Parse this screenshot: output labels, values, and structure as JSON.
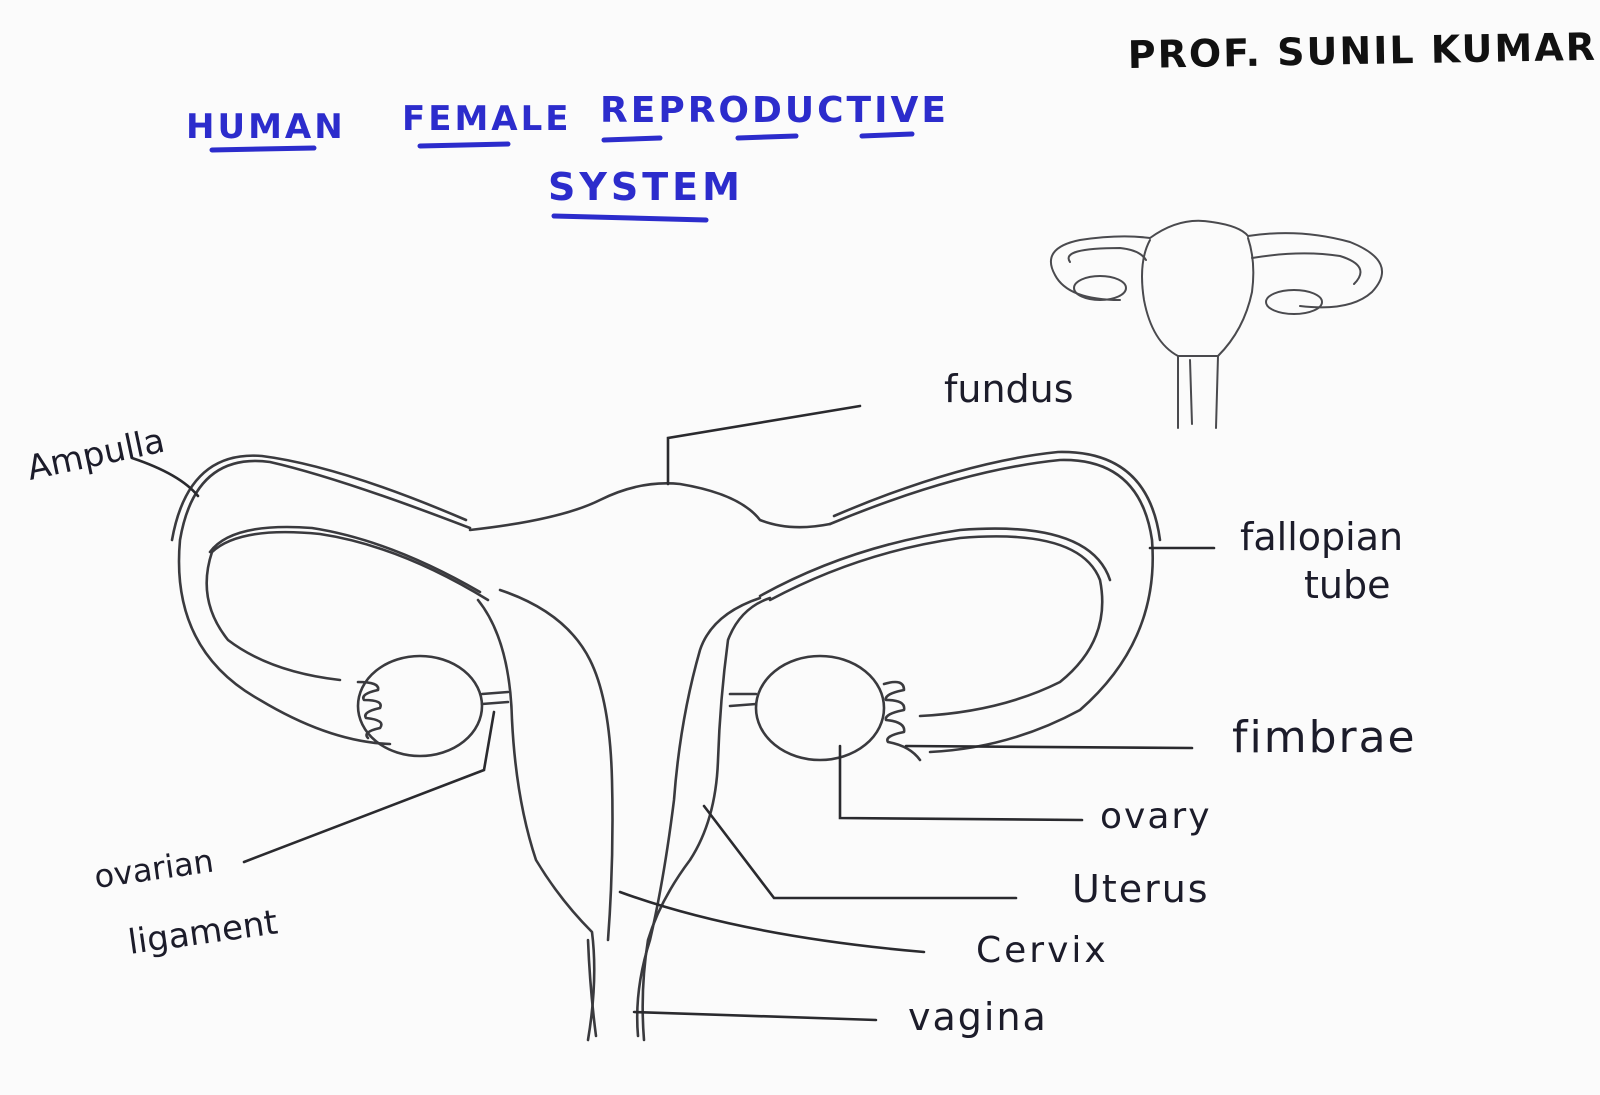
{
  "author": "PROF. SUNIL KUMAR",
  "title": {
    "word1": "HUMAN",
    "word2": "FEMALE",
    "word3": "REPRODUCTIVE",
    "line2": "SYSTEM"
  },
  "labels": {
    "ampulla": "Ampulla",
    "fundus": "fundus",
    "fallopian_1": "fallopian",
    "fallopian_2": "tube",
    "fimbrae": "fimbrae",
    "ovary": "ovary",
    "uterus": "Uterus",
    "cervix": "Cervix",
    "vagina": "vagina",
    "ovarian_1": "ovarian",
    "ovarian_2": "ligament"
  },
  "colors": {
    "title_ink": "#2c2ccc",
    "pencil": "#3a3a3e",
    "paper": "#fbfbfb"
  }
}
